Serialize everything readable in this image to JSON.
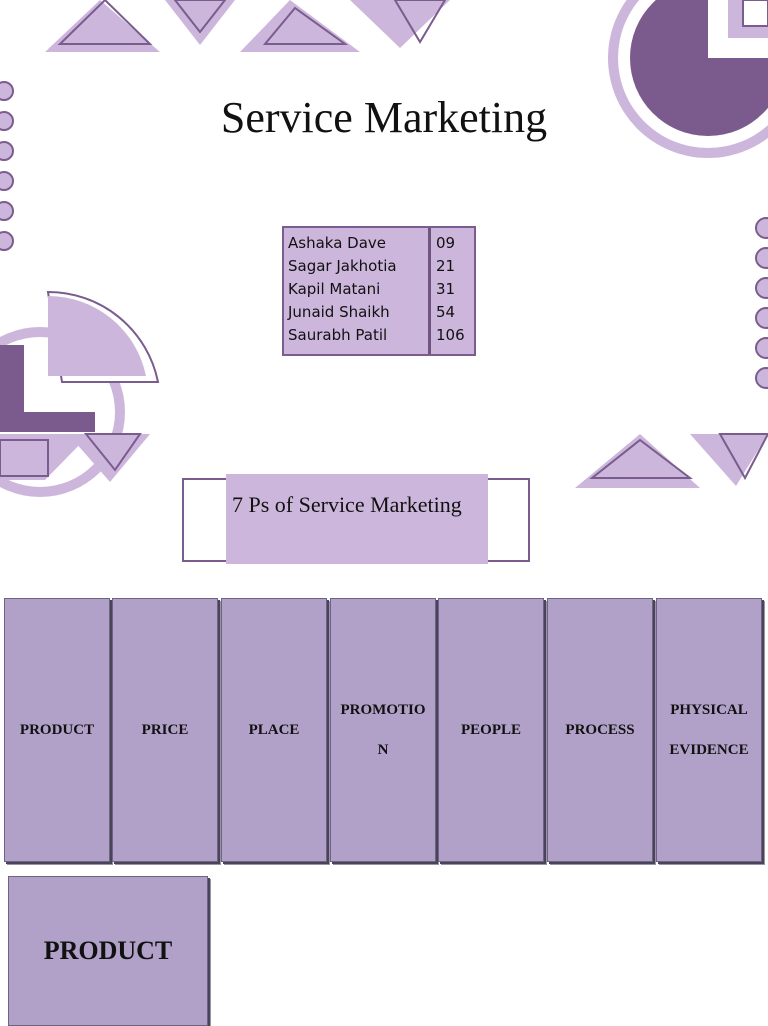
{
  "slide": {
    "title": "Service Marketing"
  },
  "team": {
    "members": [
      {
        "name": "Ashaka Dave",
        "roll": "09"
      },
      {
        "name": "Sagar Jakhotia",
        "roll": "21"
      },
      {
        "name": "Kapil Matani",
        "roll": "31"
      },
      {
        "name": "Junaid Shaikh",
        "roll": "54"
      },
      {
        "name": "Saurabh Patil",
        "roll": "106"
      }
    ]
  },
  "section": {
    "heading": "7 Ps of Service Marketing"
  },
  "seven_ps": {
    "product": "PRODUCT",
    "price": "PRICE",
    "place": "PLACE",
    "promotion_line1": "PROMOTIO",
    "promotion_line2": "N",
    "people": "PEOPLE",
    "process": "PROCESS",
    "physical_line1": "PHYSICAL",
    "physical_line2": "EVIDENCE"
  },
  "detail": {
    "heading": "PRODUCT"
  },
  "colors": {
    "light_purple": "#cdb6dc",
    "medium_purple": "#b1a1c9",
    "dark_purple": "#7b5a8e",
    "outline_purple": "#7a5c8e"
  }
}
